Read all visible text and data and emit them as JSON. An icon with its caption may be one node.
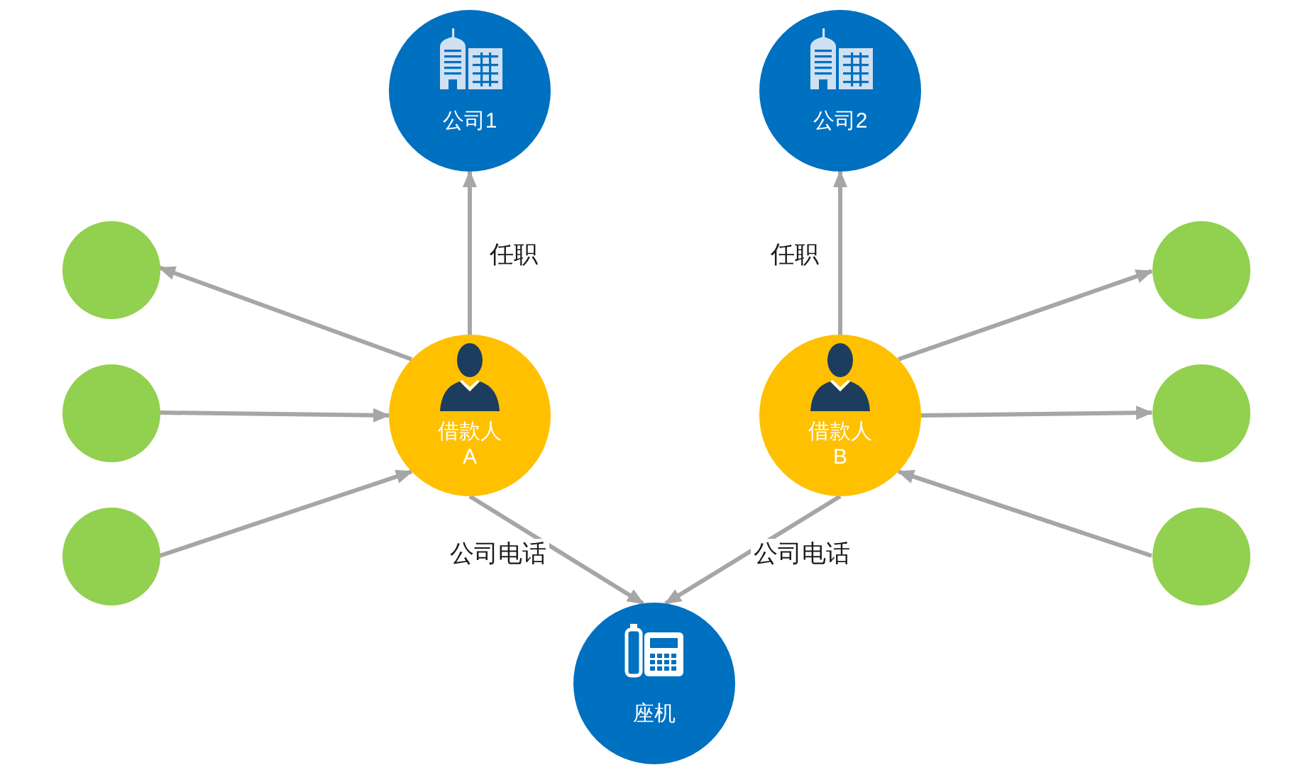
{
  "diagram": {
    "nodes": [
      {
        "text": [
          "公司1"
        ]
      },
      {
        "text": [
          "公司2"
        ]
      },
      {
        "text": [],
        "shape": "circle"
      },
      {
        "text": [],
        "shape": "circle"
      },
      {
        "text": [],
        "shape": "circle"
      },
      {
        "text": [
          "借款人 A"
        ]
      },
      {
        "text": [
          "借款人 B"
        ]
      },
      {
        "text": [],
        "shape": "circle"
      },
      {
        "text": [],
        "shape": "circle"
      },
      {
        "text": [],
        "shape": "circle"
      },
      {
        "text": [
          "座机"
        ]
      }
    ],
    "edges": [
      {
        "from": 5,
        "to": 0,
        "arrow": "to",
        "label": "任职"
      },
      {
        "from": 6,
        "to": 1,
        "arrow": "to",
        "label": "任职"
      },
      {
        "from": 5,
        "to": 2,
        "arrow": "to"
      },
      {
        "from": 3,
        "to": 5,
        "arrow": "to"
      },
      {
        "from": 4,
        "to": 5,
        "arrow": "to"
      },
      {
        "from": 6,
        "to": 7,
        "arrow": "to"
      },
      {
        "from": 6,
        "to": 8,
        "arrow": "to"
      },
      {
        "from": 9,
        "to": 6,
        "arrow": "to"
      },
      {
        "from": 5,
        "to": 10,
        "arrow": "to",
        "label": "公司电话"
      },
      {
        "from": 6,
        "to": 10,
        "arrow": "to",
        "label": "公司电话"
      }
    ]
  }
}
